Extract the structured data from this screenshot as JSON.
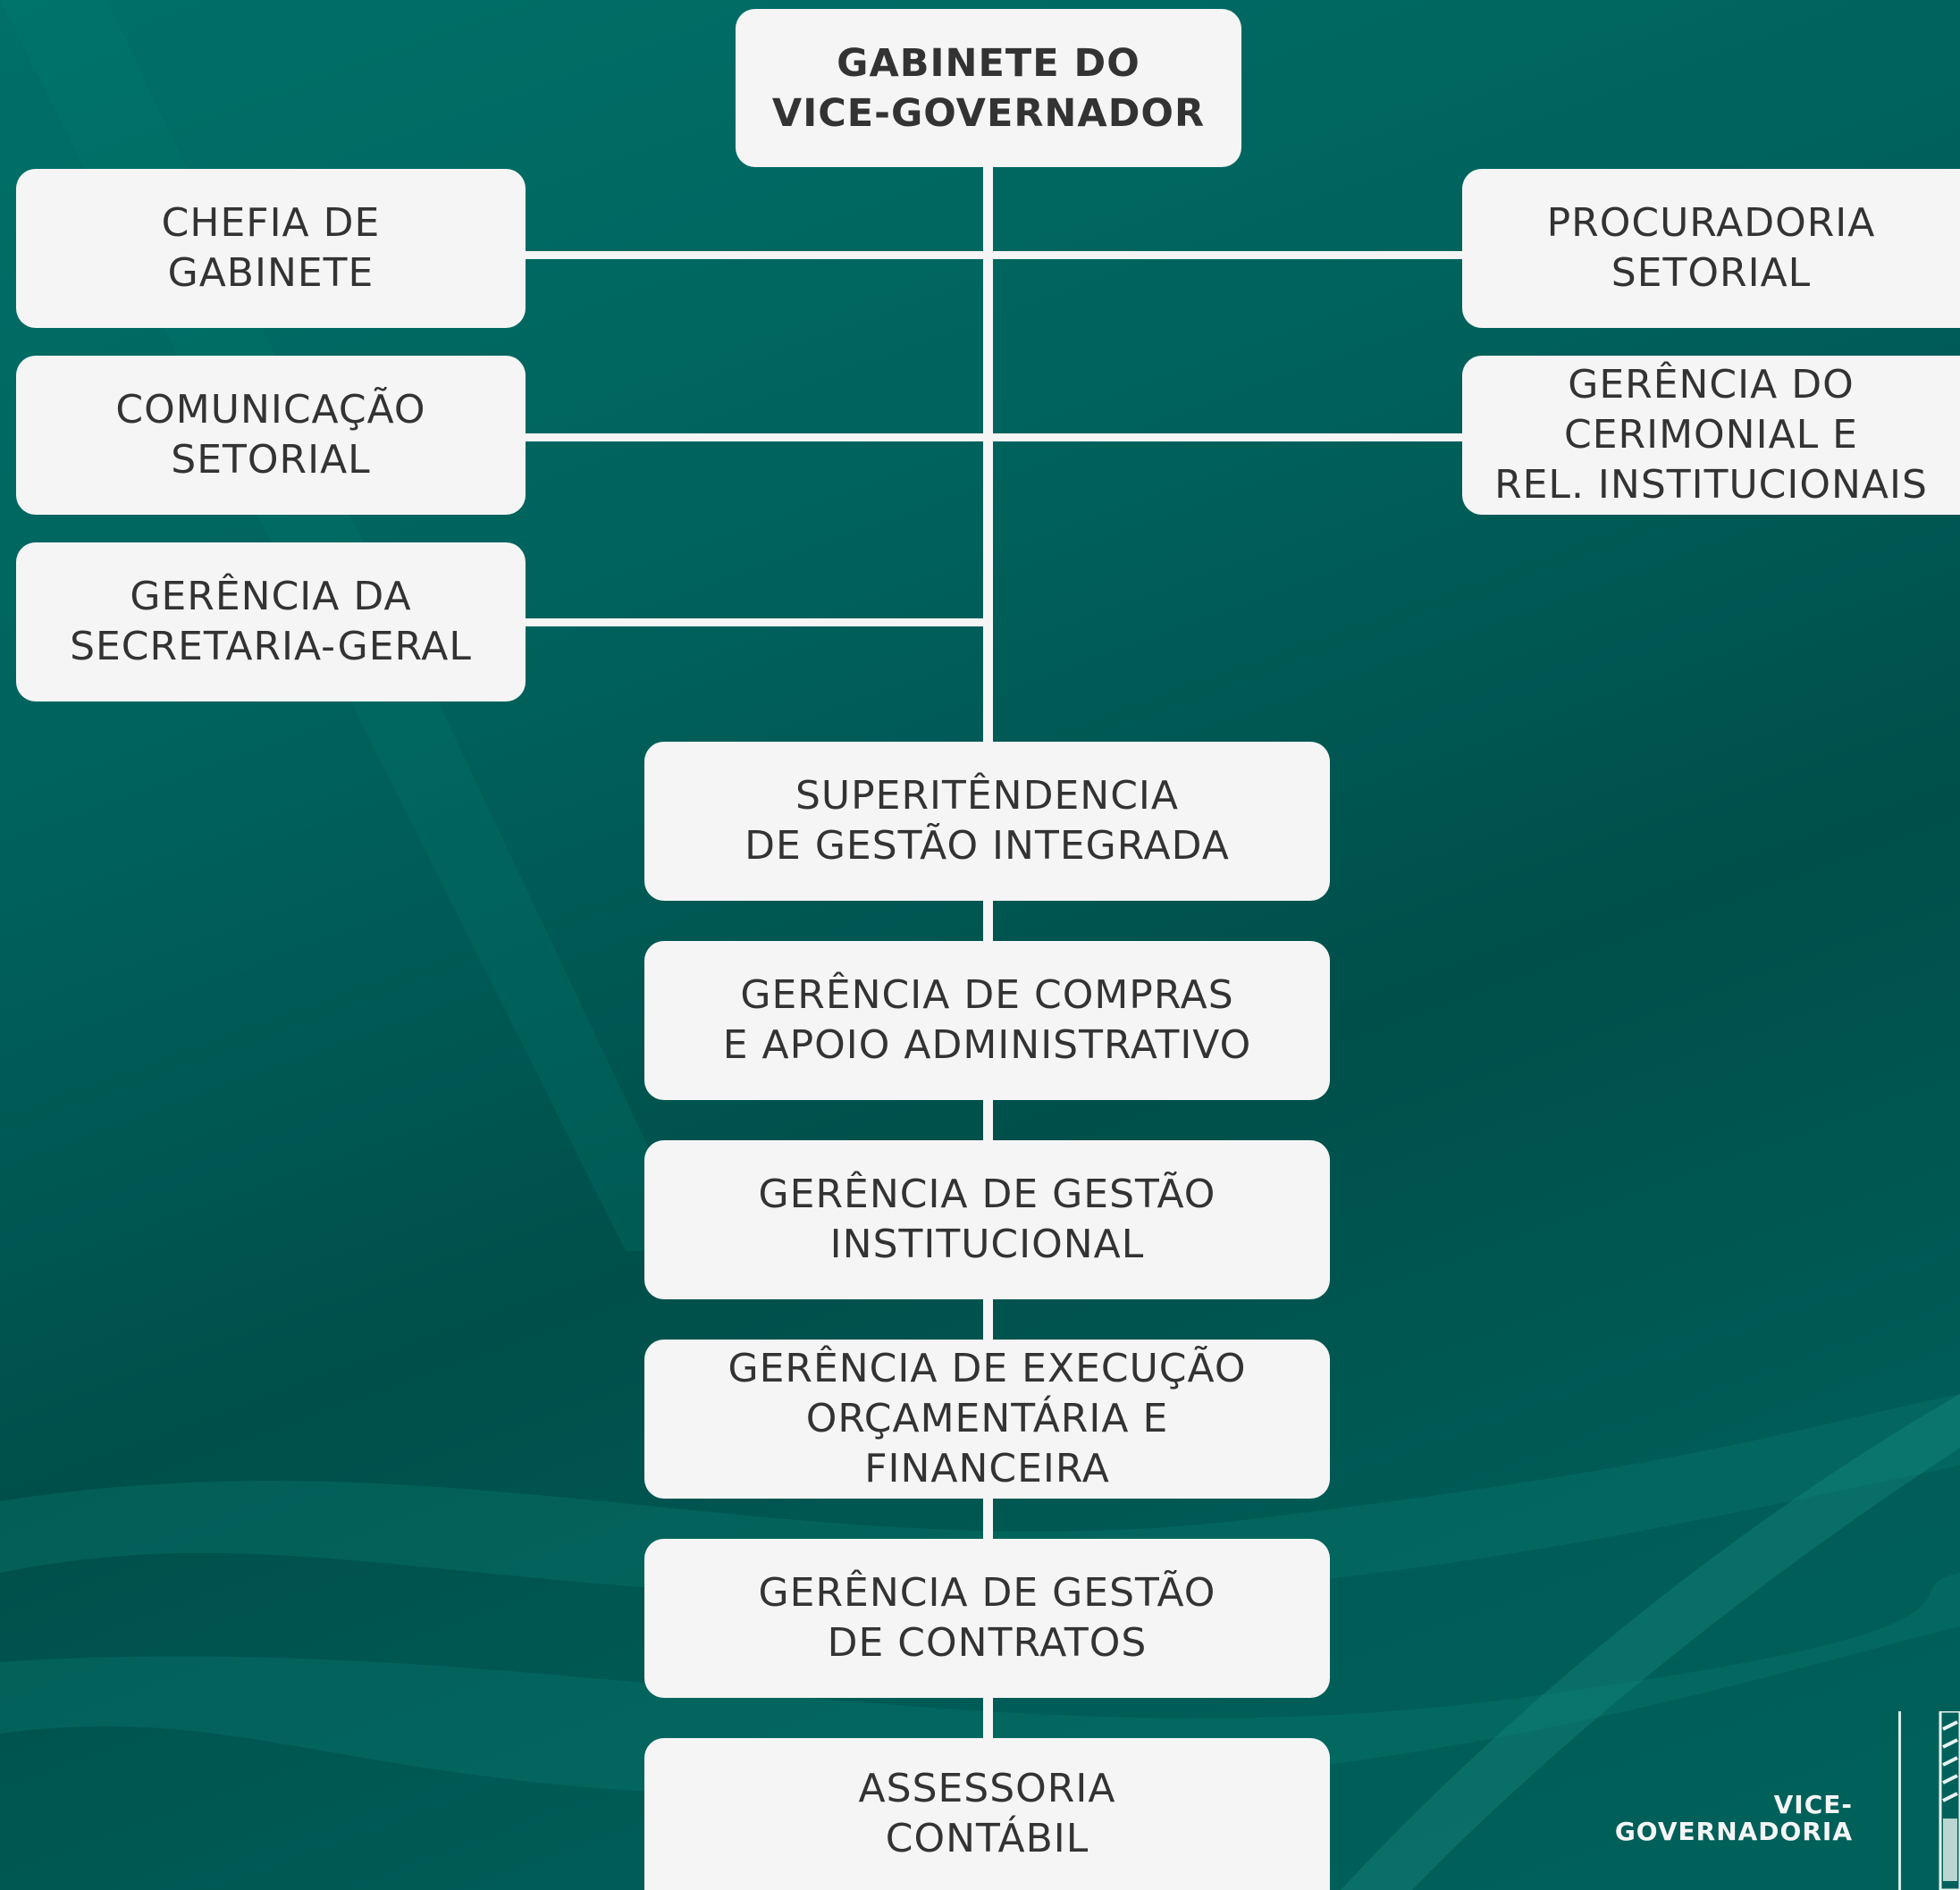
{
  "diagram": {
    "top": {
      "label": "GABINETE DO\nVICE-GOVERNADOR"
    },
    "left_units": [
      {
        "label": "CHEFIA DE\nGABINETE"
      },
      {
        "label": "COMUNICAÇÃO\nSETORIAL"
      },
      {
        "label": "GERÊNCIA DA\nSECRETARIA-GERAL"
      }
    ],
    "right_units": [
      {
        "label": "PROCURADORIA\nSETORIAL"
      },
      {
        "label": "GERÊNCIA DO\nCERIMONIAL E\nREL. INSTITUCIONAIS"
      }
    ],
    "chain": [
      {
        "label": "SUPERITÊNDENCIA\nDE GESTÃO INTEGRADA"
      },
      {
        "label": "GERÊNCIA DE COMPRAS\nE APOIO ADMINISTRATIVO"
      },
      {
        "label": "GERÊNCIA DE GESTÃO\nINSTITUCIONAL"
      },
      {
        "label": "GERÊNCIA DE EXECUÇÃO\nORÇAMENTÁRIA E\nFINANCEIRA"
      },
      {
        "label": "GERÊNCIA DE GESTÃO\nDE CONTRATOS"
      },
      {
        "label": "ASSESSORIA\nCONTÁBIL"
      }
    ]
  },
  "logo": {
    "text": "VICE-\nGOVERNADORIA"
  },
  "colors": {
    "background": "#00635d",
    "box": "#f5f5f5",
    "text": "#333333"
  }
}
